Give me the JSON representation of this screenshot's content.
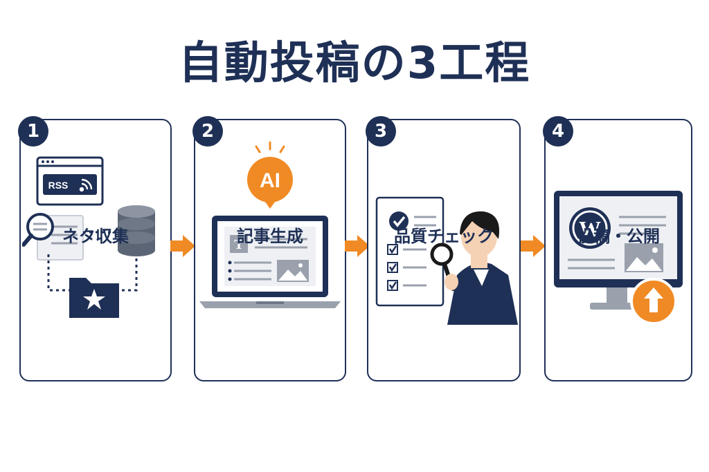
{
  "title": "自動投稿の3工程",
  "colors": {
    "navy": "#1f3056",
    "orange": "#f08a24",
    "gray": "#9aa1ad"
  },
  "steps": [
    {
      "number": "1",
      "label": "ネタ収集",
      "icons": [
        "browser-window-icon",
        "rss-icon",
        "magnifier-icon",
        "document-icon",
        "database-icon",
        "folder-star-icon"
      ],
      "rss_text": "RSS"
    },
    {
      "number": "2",
      "label": "記事生成",
      "icons": [
        "laptop-icon",
        "ai-bubble-icon",
        "text-t-icon",
        "image-icon"
      ],
      "ai_text": "AI",
      "t_text": "T"
    },
    {
      "number": "3",
      "label": "品質チェック",
      "icons": [
        "checklist-icon",
        "person-magnifier-icon"
      ]
    },
    {
      "number": "4",
      "label": "投稿・公開",
      "icons": [
        "monitor-icon",
        "wordpress-icon",
        "image-icon",
        "upload-icon"
      ],
      "wp_text": "W"
    }
  ]
}
